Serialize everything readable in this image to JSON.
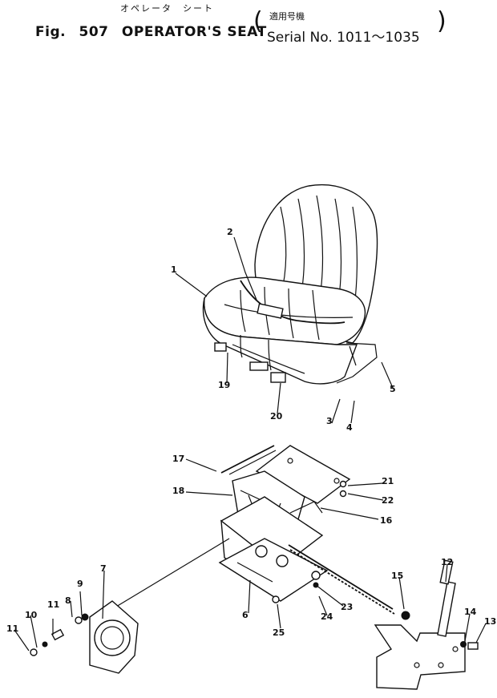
{
  "header": {
    "kana_title": "オペレータ　シート",
    "fig_label": "Fig.",
    "fig_number": "507",
    "title": "OPERATOR'S SEAT",
    "applicable_label": "適用号機",
    "serial_text": "Serial No. 1011～1035"
  },
  "callouts": [
    "1",
    "2",
    "3",
    "4",
    "5",
    "6",
    "7",
    "8",
    "9",
    "10",
    "11",
    "11",
    "12",
    "13",
    "14",
    "15",
    "16",
    "17",
    "18",
    "19",
    "20",
    "21",
    "22",
    "23",
    "24",
    "25"
  ]
}
